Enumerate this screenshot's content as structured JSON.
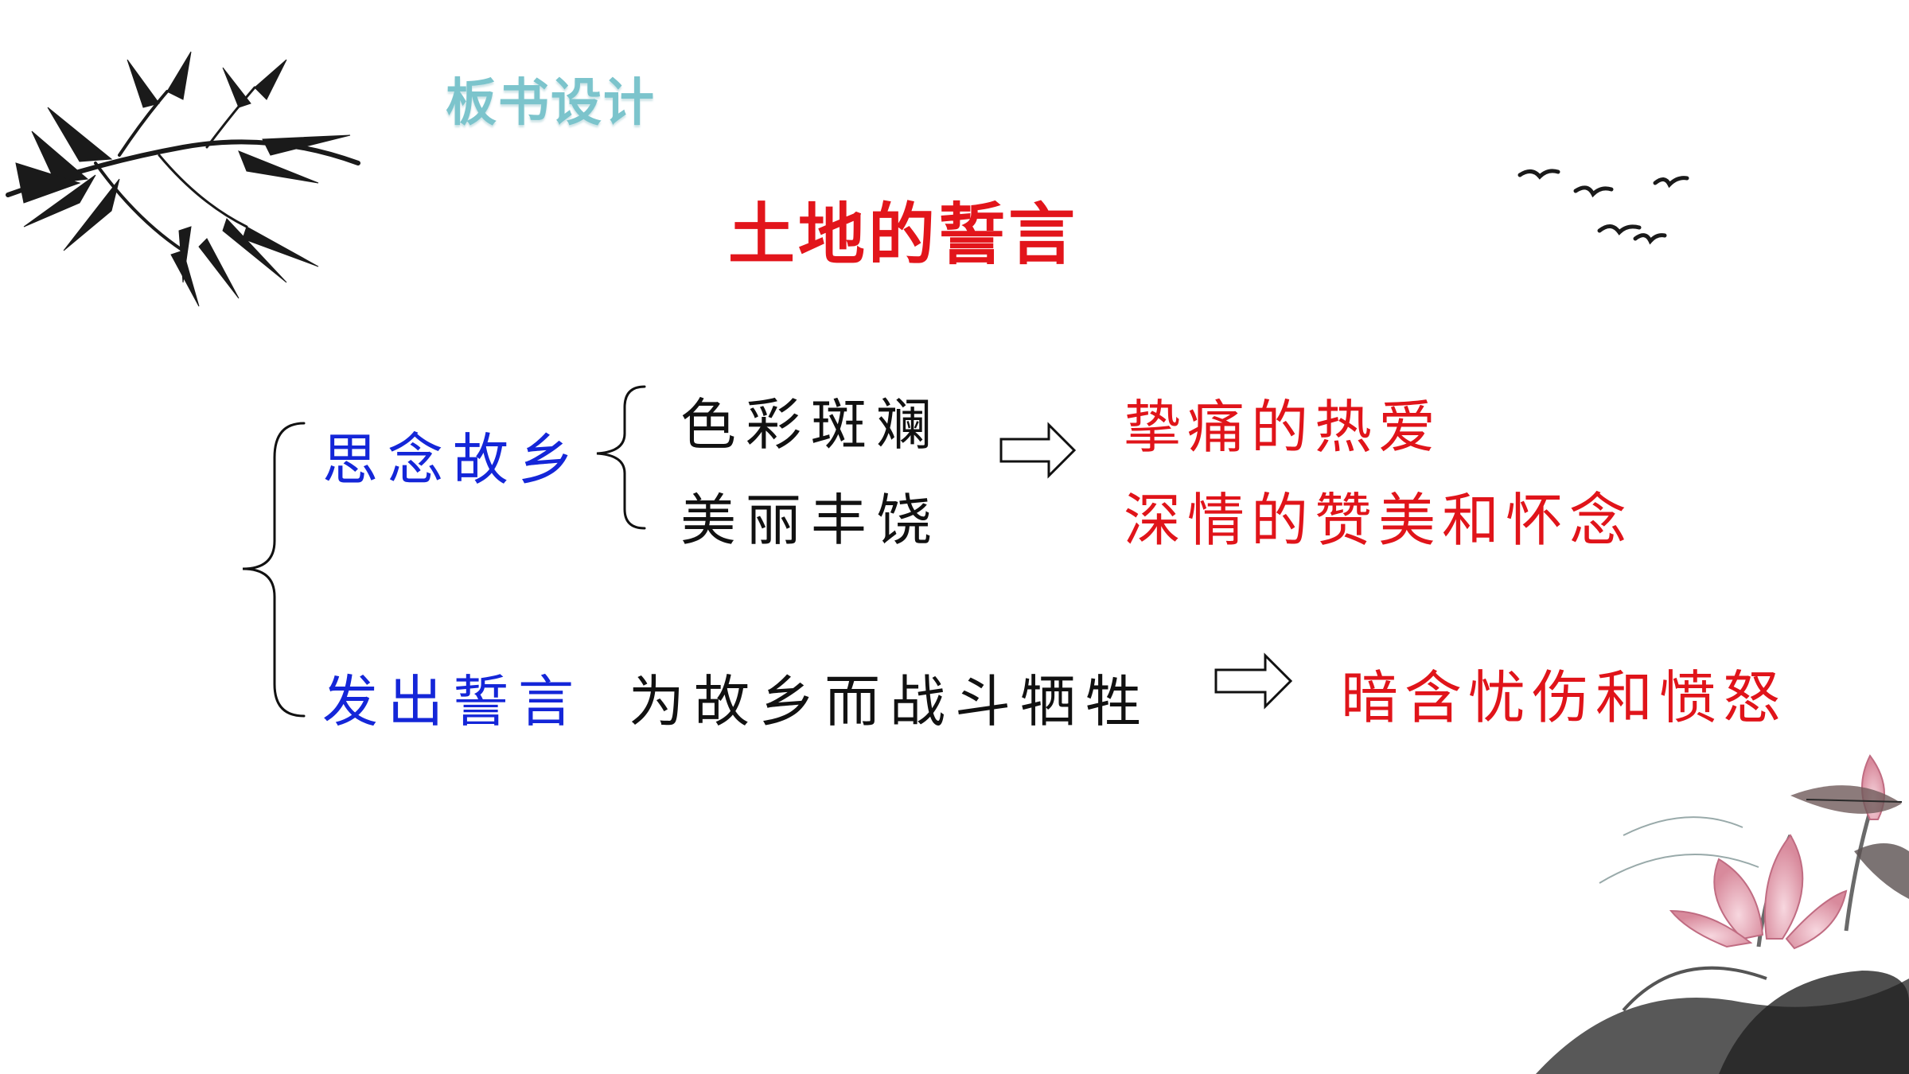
{
  "header": {
    "section_heading": "板书设计",
    "title": "土地的誓言"
  },
  "outline": {
    "branch_1": {
      "label": "思念故乡",
      "items": [
        "色彩斑斓",
        "美丽丰饶"
      ],
      "results": [
        "挚痛的热爱",
        "深情的赞美和怀念"
      ]
    },
    "branch_2": {
      "label": "发出誓言",
      "content": "为故乡而战斗牺牲",
      "result": "暗含忧伤和愤怒"
    }
  },
  "decoration_icons": [
    "bamboo-branch-icon",
    "flying-birds-icon",
    "lotus-painting-icon"
  ]
}
